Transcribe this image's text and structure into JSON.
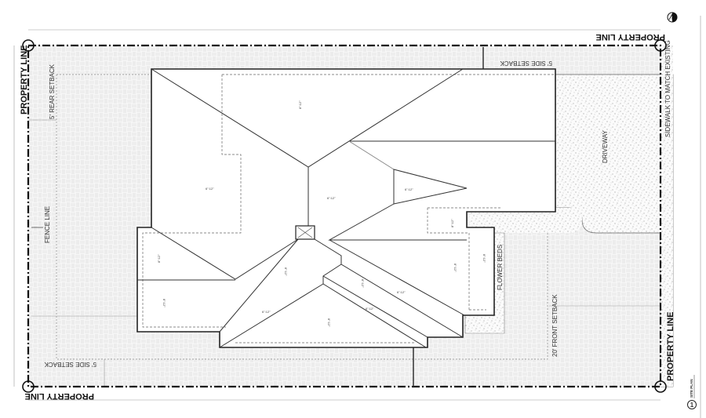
{
  "drawing": {
    "property_line_labels": [
      "PROPERTY LINE",
      "PROPERTY LINE",
      "PROPERTY LINE",
      "PROPERTY LINE"
    ],
    "side_setback_label": "5' SIDE SETBACK",
    "rear_setback_label": "5' REAR SETBACK",
    "front_setback_label": "20' FRONT SETBACK",
    "fence_line_label": "FENCE LINE",
    "driveway_label": "DRIVEWAY",
    "sidewalk_label": "SIDEWALK TO MATCH EXISTING",
    "flower_beds_label": "FLOWER BEDS",
    "roof_pitch_steep": "8\":12\"",
    "roof_pitch_low": "6\":12\"",
    "title_block": {
      "number": "1",
      "title": "SITE PLAN"
    },
    "north_arrow_icon": "north-arrow-icon",
    "colors": {
      "line": "#333333",
      "hatch": "#d8d8d8",
      "stipple": "#777777"
    }
  }
}
